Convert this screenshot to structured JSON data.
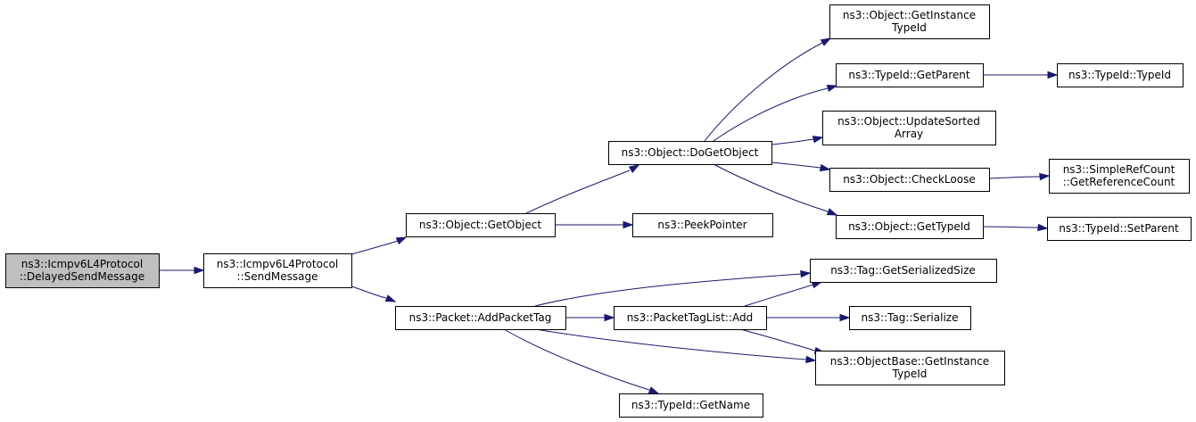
{
  "nodes": [
    {
      "id": "n_root",
      "lines": [
        "ns3::Icmpv6L4Protocol",
        "::DelayedSendMessage"
      ]
    },
    {
      "id": "n_send",
      "lines": [
        "ns3::Icmpv6L4Protocol",
        "::SendMessage"
      ]
    },
    {
      "id": "n_getobject",
      "lines": [
        "ns3::Object::GetObject"
      ]
    },
    {
      "id": "n_addtag",
      "lines": [
        "ns3::Packet::AddPacketTag"
      ]
    },
    {
      "id": "n_dogetobject",
      "lines": [
        "ns3::Object::DoGetObject"
      ]
    },
    {
      "id": "n_peek",
      "lines": [
        "ns3::PeekPointer"
      ]
    },
    {
      "id": "n_getinst",
      "lines": [
        "ns3::Object::GetInstance",
        "TypeId"
      ]
    },
    {
      "id": "n_getparent",
      "lines": [
        "ns3::TypeId::GetParent"
      ]
    },
    {
      "id": "n_update",
      "lines": [
        "ns3::Object::UpdateSorted",
        "Array"
      ]
    },
    {
      "id": "n_checkloose",
      "lines": [
        "ns3::Object::CheckLoose"
      ]
    },
    {
      "id": "n_gettypeid",
      "lines": [
        "ns3::Object::GetTypeId"
      ]
    },
    {
      "id": "n_typeid",
      "lines": [
        "ns3::TypeId::TypeId"
      ]
    },
    {
      "id": "n_refcount",
      "lines": [
        "ns3::SimpleRefCount",
        "::GetReferenceCount"
      ]
    },
    {
      "id": "n_setparent",
      "lines": [
        "ns3::TypeId::SetParent"
      ]
    },
    {
      "id": "n_tagsize",
      "lines": [
        "ns3::Tag::GetSerializedSize"
      ]
    },
    {
      "id": "n_taglistadd",
      "lines": [
        "ns3::PacketTagList::Add"
      ]
    },
    {
      "id": "n_tagserialize",
      "lines": [
        "ns3::Tag::Serialize"
      ]
    },
    {
      "id": "n_objbase",
      "lines": [
        "ns3::ObjectBase::GetInstance",
        "TypeId"
      ]
    },
    {
      "id": "n_getname",
      "lines": [
        "ns3::TypeId::GetName"
      ]
    }
  ],
  "edges": [
    {
      "from": "n_root",
      "to": "n_send"
    },
    {
      "from": "n_send",
      "to": "n_getobject"
    },
    {
      "from": "n_send",
      "to": "n_addtag"
    },
    {
      "from": "n_getobject",
      "to": "n_dogetobject"
    },
    {
      "from": "n_getobject",
      "to": "n_peek"
    },
    {
      "from": "n_dogetobject",
      "to": "n_getinst"
    },
    {
      "from": "n_dogetobject",
      "to": "n_getparent"
    },
    {
      "from": "n_dogetobject",
      "to": "n_update"
    },
    {
      "from": "n_dogetobject",
      "to": "n_checkloose"
    },
    {
      "from": "n_dogetobject",
      "to": "n_gettypeid"
    },
    {
      "from": "n_getparent",
      "to": "n_typeid"
    },
    {
      "from": "n_checkloose",
      "to": "n_refcount"
    },
    {
      "from": "n_gettypeid",
      "to": "n_setparent"
    },
    {
      "from": "n_addtag",
      "to": "n_tagsize"
    },
    {
      "from": "n_addtag",
      "to": "n_taglistadd"
    },
    {
      "from": "n_addtag",
      "to": "n_objbase"
    },
    {
      "from": "n_addtag",
      "to": "n_getname"
    },
    {
      "from": "n_taglistadd",
      "to": "n_tagsize"
    },
    {
      "from": "n_taglistadd",
      "to": "n_tagserialize"
    },
    {
      "from": "n_taglistadd",
      "to": "n_objbase"
    }
  ],
  "colors": {
    "root_fill": "#bfbfbf",
    "node_fill": "#ffffff",
    "edge": "#191970"
  }
}
